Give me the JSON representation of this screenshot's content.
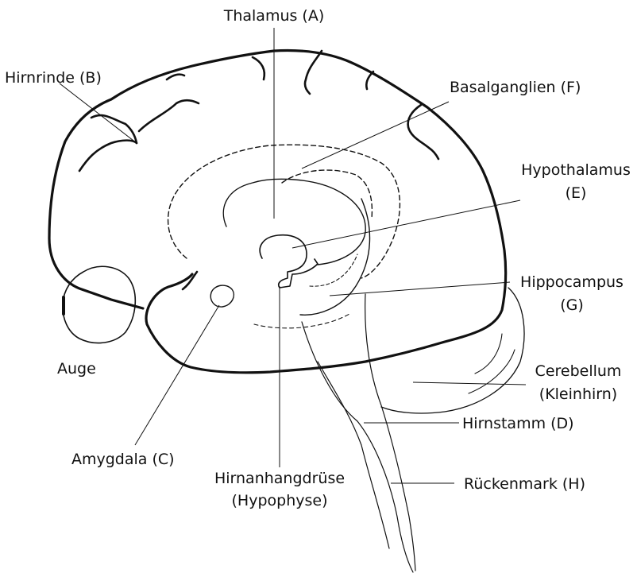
{
  "labels": {
    "thalamus": "Thalamus (A)",
    "hirnrinde": "Hirnrinde (B)",
    "basalganglien": "Basalganglien (F)",
    "hypothalamus_1": "Hypothalamus",
    "hypothalamus_2": "(E)",
    "hippocampus_1": "Hippocampus",
    "hippocampus_2": "(G)",
    "auge": "Auge",
    "cerebellum_1": "Cerebellum",
    "cerebellum_2": "(Kleinhirn)",
    "hirnstamm": "Hirnstamm (D)",
    "amygdala": "Amygdala (C)",
    "hypophyse_1": "Hirnanhangdrüse",
    "hypophyse_2": "(Hypophyse)",
    "rueckenmark": "Rückenmark (H)"
  },
  "colors": {
    "ink": "#111111",
    "background": "#ffffff"
  }
}
